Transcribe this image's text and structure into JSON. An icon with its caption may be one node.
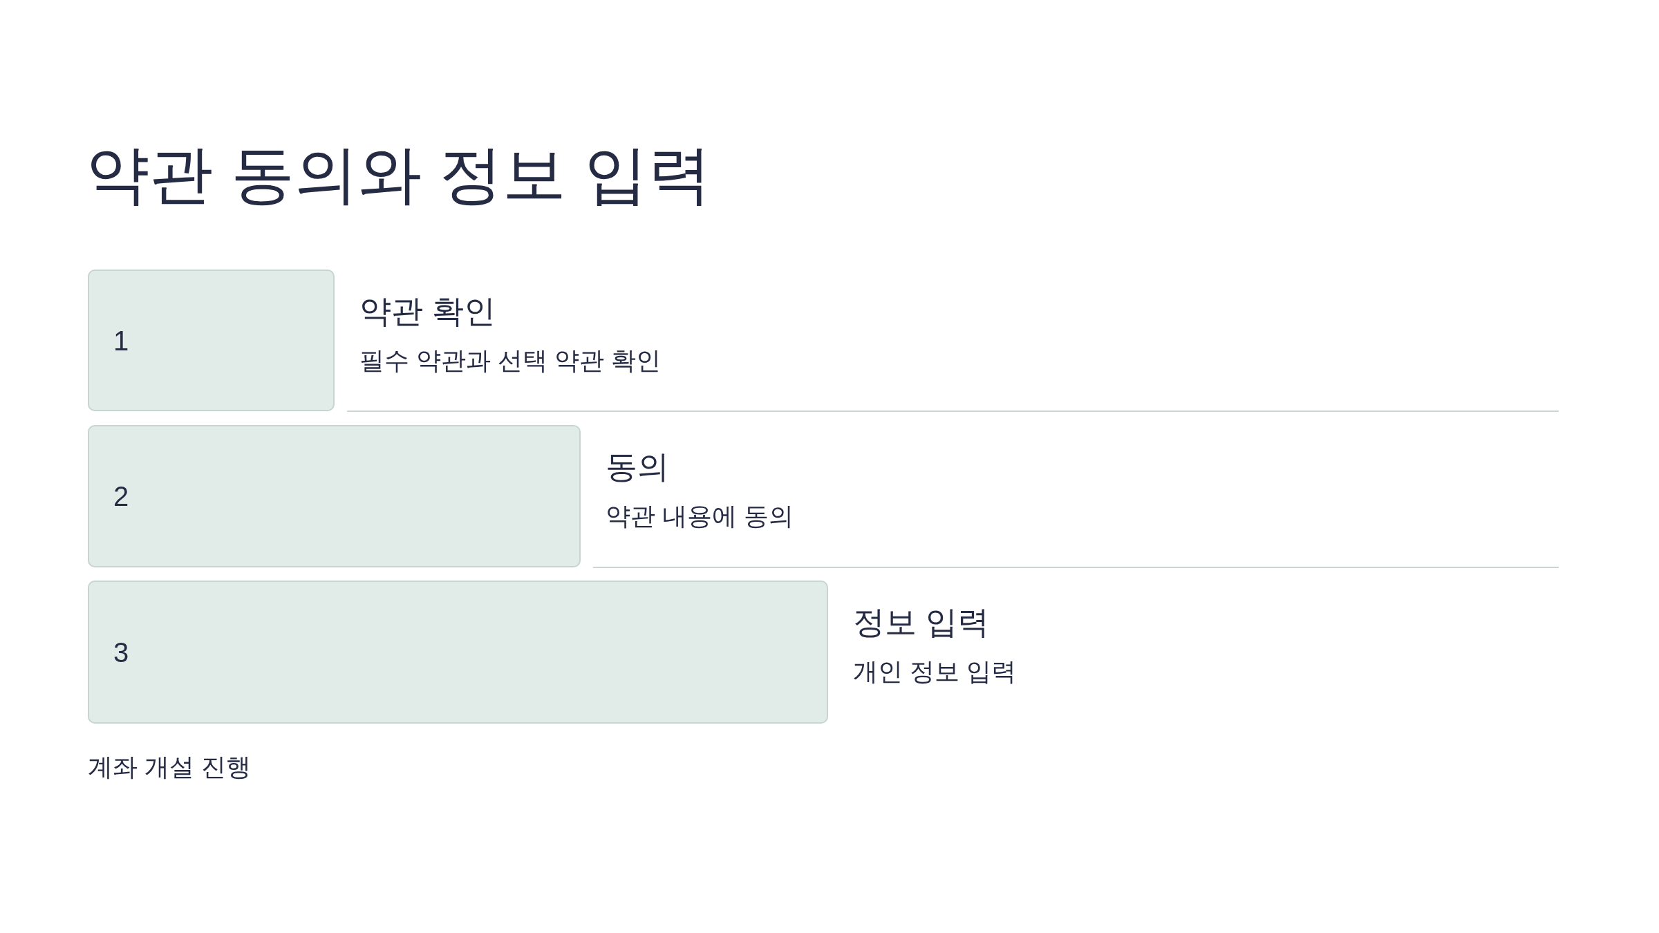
{
  "diagram": {
    "title": "약관 동의와 정보 입력",
    "nodes": [
      {
        "text": [
          "1"
        ],
        "beside": [
          "약관 확인",
          "필수 약관과 선택 약관 확인"
        ]
      },
      {
        "text": [
          "2"
        ],
        "beside": [
          "동의",
          "약관 내용에 동의"
        ]
      },
      {
        "text": [
          "3"
        ],
        "beside": [
          "정보 입력",
          "개인 정보 입력"
        ]
      }
    ],
    "labels": [
      "계좌 개설 진행"
    ]
  }
}
